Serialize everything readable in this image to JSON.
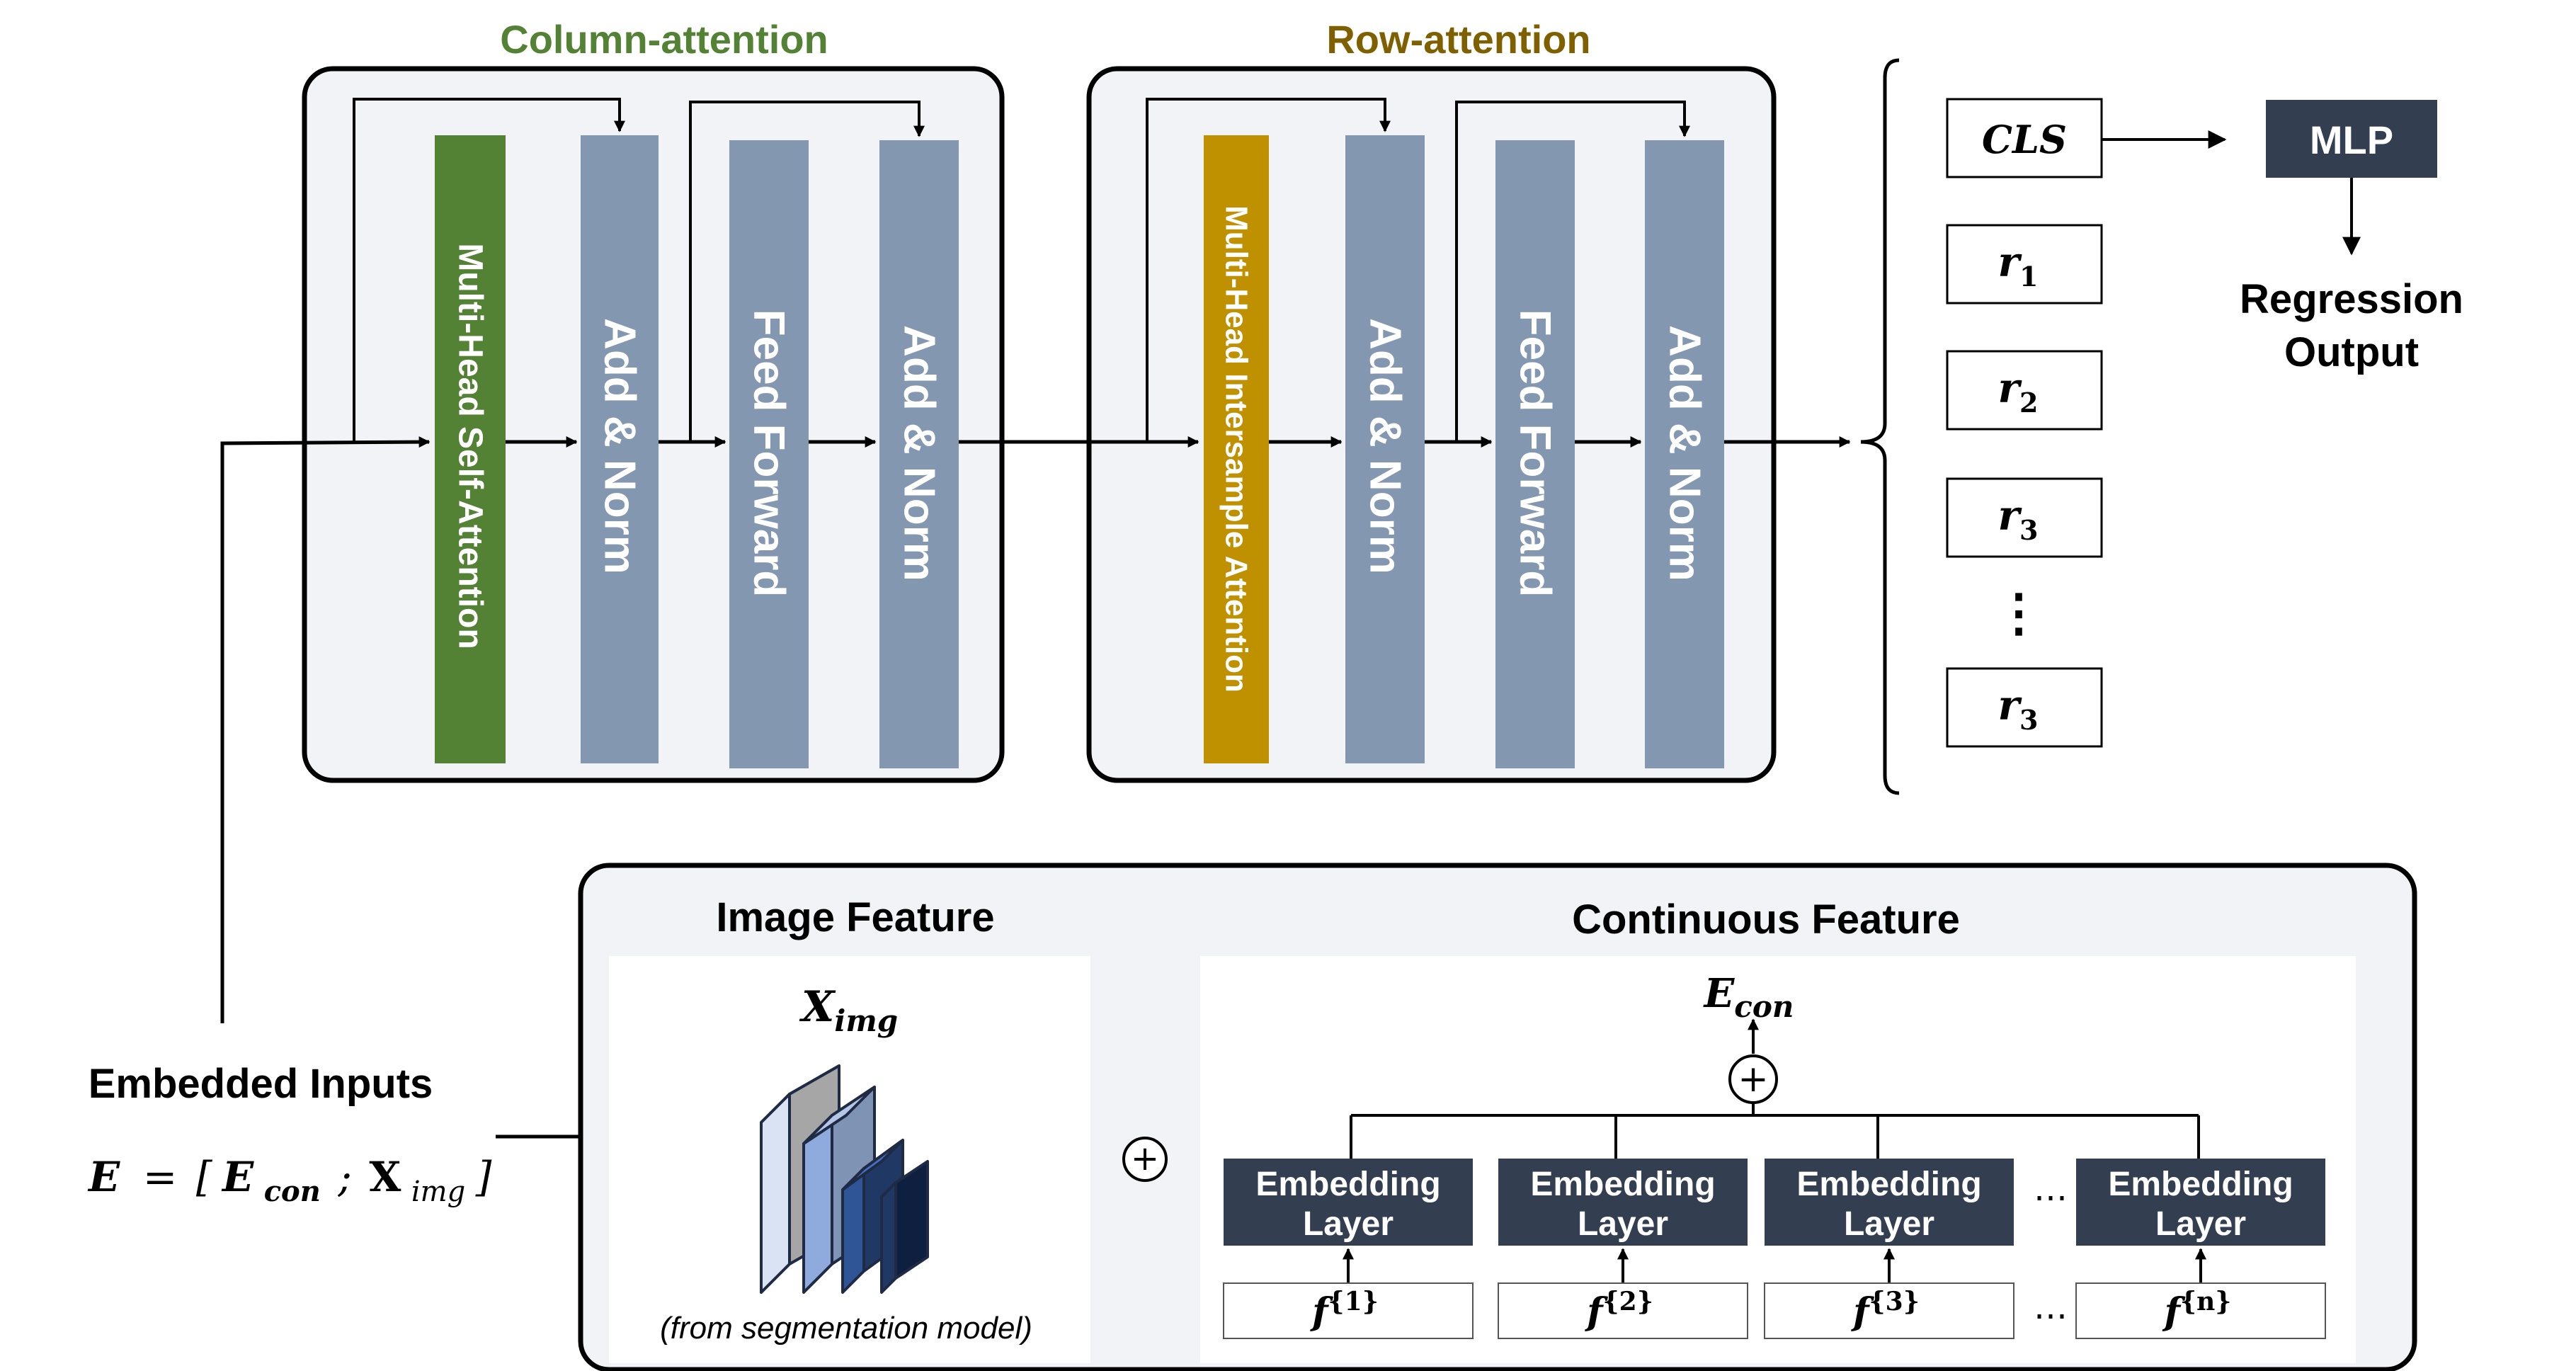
{
  "encoder": {
    "column_attention": {
      "title": "Column-attention",
      "title_color": "#548235",
      "blocks": [
        "Multi-Head Self-Attention",
        "Add & Norm",
        "Feed Forward",
        "Add & Norm"
      ]
    },
    "row_attention": {
      "title": "Row-attention",
      "title_color": "#7F6000",
      "blocks": [
        "Multi-Head Intersample Attention",
        "Add & Norm",
        "Feed Forward",
        "Add & Norm"
      ]
    },
    "colors": {
      "self_attention": "#548235",
      "intersample_attention": "#BF9000",
      "block": "#8497B0",
      "panel": "#F2F3F6",
      "mlp": "#333F50"
    }
  },
  "outputs": {
    "tokens": [
      {
        "base": "CLS",
        "sub": ""
      },
      {
        "base": "r",
        "sub": "1"
      },
      {
        "base": "r",
        "sub": "2"
      },
      {
        "base": "r",
        "sub": "3"
      },
      {
        "base": "r",
        "sub": "3"
      }
    ],
    "ellipsis": "⋮",
    "mlp": "MLP",
    "regression": [
      "Regression",
      "Output"
    ]
  },
  "embedded_inputs": {
    "title": "Embedded Inputs",
    "equation": {
      "lhs": "E",
      "eq": "=",
      "open": "[",
      "econ": "E",
      "econ_sub": "con",
      "sep": ";",
      "x": "X",
      "x_sub": "img",
      "close": "]"
    }
  },
  "image_feature": {
    "title": "Image Feature",
    "var": "X",
    "var_sub": "img",
    "caption": "(from segmentation model)"
  },
  "plus_symbol": "+",
  "continuous_feature": {
    "title": "Continuous Feature",
    "var": "E",
    "var_sub": "con",
    "embedding_layer": [
      "Embedding",
      "Layer"
    ],
    "features": [
      {
        "base": "f",
        "sup": "{1}"
      },
      {
        "base": "f",
        "sup": "{2}"
      },
      {
        "base": "f",
        "sup": "{3}"
      },
      {
        "base": "f",
        "sup": "{n}"
      }
    ],
    "ellipsis": "…"
  }
}
